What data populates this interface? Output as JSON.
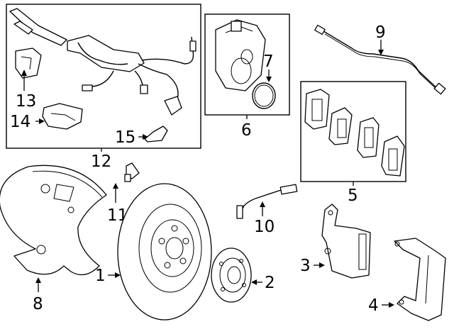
{
  "diagram": {
    "callouts": {
      "c1": "1",
      "c2": "2",
      "c3": "3",
      "c4": "4",
      "c5": "5",
      "c6": "6",
      "c7": "7",
      "c8": "8",
      "c9": "9",
      "c10": "10",
      "c11": "11",
      "c12": "12",
      "c13": "13",
      "c14": "14",
      "c15": "15"
    },
    "parts": [
      "brake-rotor",
      "hub-bearing",
      "caliper",
      "caliper-bracket",
      "brake-pads",
      "actuator-motor",
      "o-ring",
      "dust-shield",
      "pad-wear-sensor-cable",
      "wear-sensor",
      "speed-sensor",
      "wiring-harness",
      "harness-bracket",
      "harness-clip",
      "connector-bracket"
    ]
  }
}
